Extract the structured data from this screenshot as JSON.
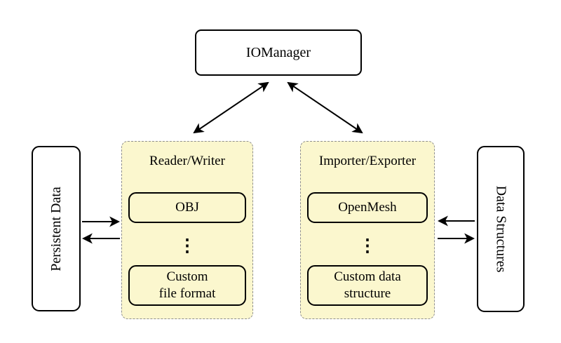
{
  "diagram": {
    "io_manager_label": "IOManager",
    "persistent_data_label": "Persistent Data",
    "data_structures_label": "Data Structures",
    "reader_writer": {
      "title": "Reader/Writer",
      "top_box_label": "OBJ",
      "ellipsis": "⋮",
      "bottom_box_line1": "Custom",
      "bottom_box_line2": "file format"
    },
    "importer_exporter": {
      "title": "Importer/Exporter",
      "top_box_label": "OpenMesh",
      "ellipsis": "⋮",
      "bottom_box_line1": "Custom data",
      "bottom_box_line2": "structure"
    },
    "colors": {
      "group_fill": "#FBF7CE",
      "group_border": "#8F8F8F",
      "node_border": "#000000",
      "background": "#FFFFFF",
      "arrow": "#000000"
    }
  }
}
